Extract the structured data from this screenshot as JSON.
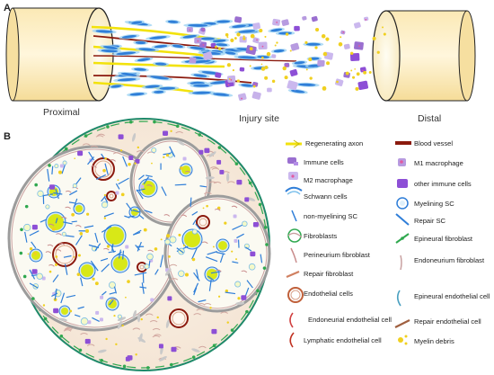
{
  "panel_a": {
    "letter": "A",
    "labels": {
      "proximal": "Proximal",
      "injury_site": "Injury site",
      "distal": "Distal"
    }
  },
  "panel_b": {
    "letter": "B"
  },
  "legend": {
    "items": [
      {
        "id": "regenerating-axon",
        "label": "Regenerating axon",
        "color": "#f2e20c"
      },
      {
        "id": "blood-vessel",
        "label": "Blood vessel",
        "color": "#8b1a0e"
      },
      {
        "id": "immune-cells",
        "label": "Immune cells",
        "color": "#9a6fd0"
      },
      {
        "id": "m1-macrophage",
        "label": "M1 macrophage",
        "color": "#b79be0"
      },
      {
        "id": "m2-macrophage",
        "label": "M2 macrophage",
        "color": "#cbb8ee"
      },
      {
        "id": "other-immune-cells",
        "label": "other immune cells",
        "color": "#8d4fd6"
      },
      {
        "id": "schwann-cells",
        "label": "Schwann cells",
        "color": "#2f7ed8"
      },
      {
        "id": "myelining-sc",
        "label": "Myelining SC",
        "color": "#2f7ed8"
      },
      {
        "id": "non-myelining-sc",
        "label": "non-myelining SC",
        "color": "#2f7ed8"
      },
      {
        "id": "repair-sc",
        "label": "Repair SC",
        "color": "#2f7ed8"
      },
      {
        "id": "fibroblasts",
        "label": "Fibroblasts",
        "color": "#2fa84f"
      },
      {
        "id": "epineural-fibroblast",
        "label": "Epineural fibroblast",
        "color": "#2fa84f"
      },
      {
        "id": "perineurium-fibroblast",
        "label": "Perineurium fibroblast",
        "color": "#c98c8c"
      },
      {
        "id": "endoneurium-fibroblast",
        "label": "Endoneurium fibroblast",
        "color": "#c8a0a0"
      },
      {
        "id": "repair-fibroblast",
        "label": "Repair fibroblast",
        "color": "#d08060"
      },
      {
        "id": "endothelial-cells",
        "label": "Endothelial cells",
        "color": "#c0603a"
      },
      {
        "id": "epineural-endothelial-cell",
        "label": "Epineural endothelial cell",
        "color": "#4aa0c0"
      },
      {
        "id": "endoneurial-endothelial-cell",
        "label": "Endoneurial endothelial cell",
        "color": "#d04040"
      },
      {
        "id": "repair-endothelial-cell",
        "label": "Repair endothelial cell",
        "color": "#a06040"
      },
      {
        "id": "lymphatic-endothelial-cell",
        "label": "Lymphatic endothelial cell",
        "color": "#c03020"
      },
      {
        "id": "myelin-debris",
        "label": "Myelin debris",
        "color": "#f0d020"
      }
    ]
  }
}
